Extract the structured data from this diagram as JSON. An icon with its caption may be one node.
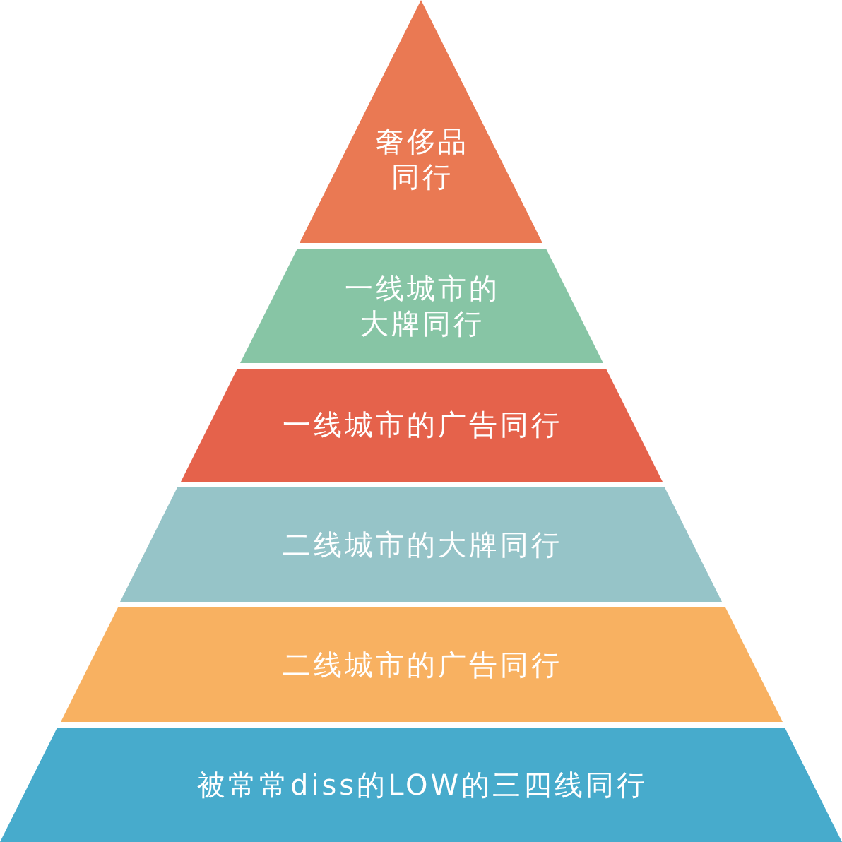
{
  "diagram": {
    "nodes": [
      {
        "text": [
          "奢侈品同行"
        ]
      },
      {
        "text": [
          "一线城市的大牌同行"
        ]
      },
      {
        "text": [
          "一线城市的广告同行"
        ]
      },
      {
        "text": [
          "二线城市的大牌同行"
        ]
      },
      {
        "text": [
          "二线城市的广告同行"
        ]
      },
      {
        "text": [
          "被常常diss的LOW的三四线同行"
        ]
      }
    ]
  }
}
